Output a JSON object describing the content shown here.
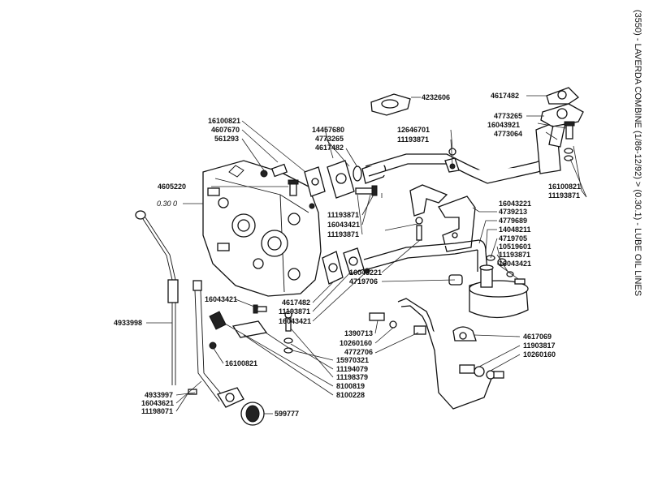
{
  "title_vertical": "(3550) - LAVERDA COMBINE (1/86-12/92) > (0.30.1) - LUBE OIL LINES",
  "group_ref": "0.30 0",
  "labels": {
    "p4232606": "4232606",
    "p4617482a": "4617482",
    "p4773265a": "4773265",
    "p16043921": "16043921",
    "p4773064": "4773064",
    "p12646701": "12646701",
    "p11193871a": "11193871",
    "p14457680": "14457680",
    "p4773265b": "4773265",
    "p4617482b": "4617482",
    "p16100821a": "16100821",
    "p4607670": "4607670",
    "p561293": "561293",
    "p4605220": "4605220",
    "p11193871b": "11193871",
    "p16043421a": "16043421",
    "p11193871c": "11193871",
    "p16100821b": "16100821",
    "p11193871d": "11193871",
    "p4739213": "4739213",
    "p4779689": "4779689",
    "p14048211": "14048211",
    "p4719705": "4719705",
    "p10519601": "10519601",
    "p11193871e": "11193871",
    "p16043421b": "16043421",
    "p16043221a": "16043221",
    "p16043221b": "16043221",
    "p4719706": "4719706",
    "p4617482c": "4617482",
    "p11193871f": "11193871",
    "p16043421c": "16043421",
    "p16043421d": "16043421",
    "p4933998": "4933998",
    "p16100821c": "16100821",
    "p1390713": "1390713",
    "p10260160a": "10260160",
    "p4772706": "4772706",
    "p15970321": "15970321",
    "p11194079": "11194079",
    "p11198379": "11198379",
    "p8100819": "8100819",
    "p8100228": "8100228",
    "p4617069": "4617069",
    "p11903817": "11903817",
    "p10260160b": "10260160",
    "p4933997": "4933997",
    "p16043621": "16043621",
    "p11198071": "11198071",
    "p599777": "599777"
  }
}
